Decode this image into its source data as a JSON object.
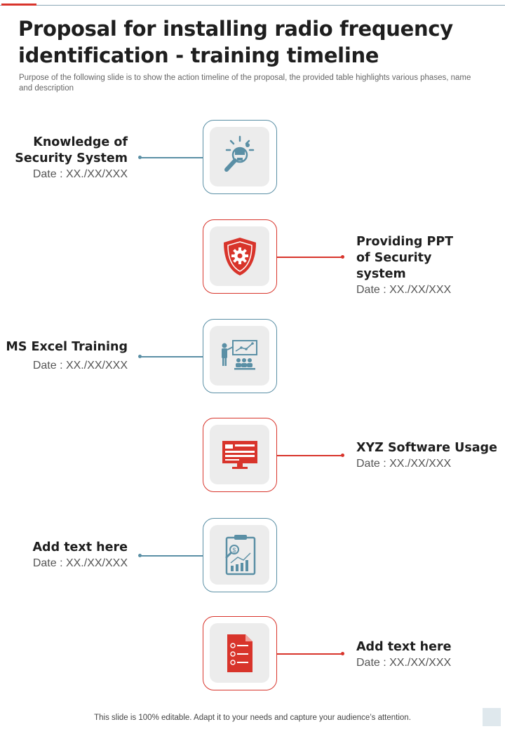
{
  "header": {
    "title": "Proposal for installing radio frequency identification - training timeline",
    "subtitle": "Purpose of the following slide is to show the action timeline of the   proposal, the provided table highlights various phases, name and description"
  },
  "colors": {
    "accent_red": "#d8342b",
    "accent_blue": "#5a8fa5",
    "tile_bg": "#ececec"
  },
  "timeline": [
    {
      "side": "left",
      "color": "blue",
      "icon": "lightbulb-magnifier-icon",
      "title": "Knowledge of Security System",
      "date": "Date : XX./XX/XXX"
    },
    {
      "side": "right",
      "color": "red",
      "icon": "shield-gear-icon",
      "title": "Providing PPT of Security system",
      "date": "Date : XX./XX/XXX"
    },
    {
      "side": "left",
      "color": "blue",
      "icon": "presentation-audience-icon",
      "title": "MS Excel Training",
      "date": "Date : XX./XX/XXX"
    },
    {
      "side": "right",
      "color": "red",
      "icon": "monitor-icon",
      "title": "XYZ Software Usage",
      "date": "Date : XX./XX/XXX"
    },
    {
      "side": "left",
      "color": "blue",
      "icon": "clipboard-chart-icon",
      "title": "Add text here",
      "date": "Date : XX./XX/XXX"
    },
    {
      "side": "right",
      "color": "red",
      "icon": "document-list-icon",
      "title": "Add text here",
      "date": "Date : XX./XX/XXX"
    }
  ],
  "footer": {
    "text": "This slide is 100% editable. Adapt it to your needs and capture your audience’s attention."
  }
}
